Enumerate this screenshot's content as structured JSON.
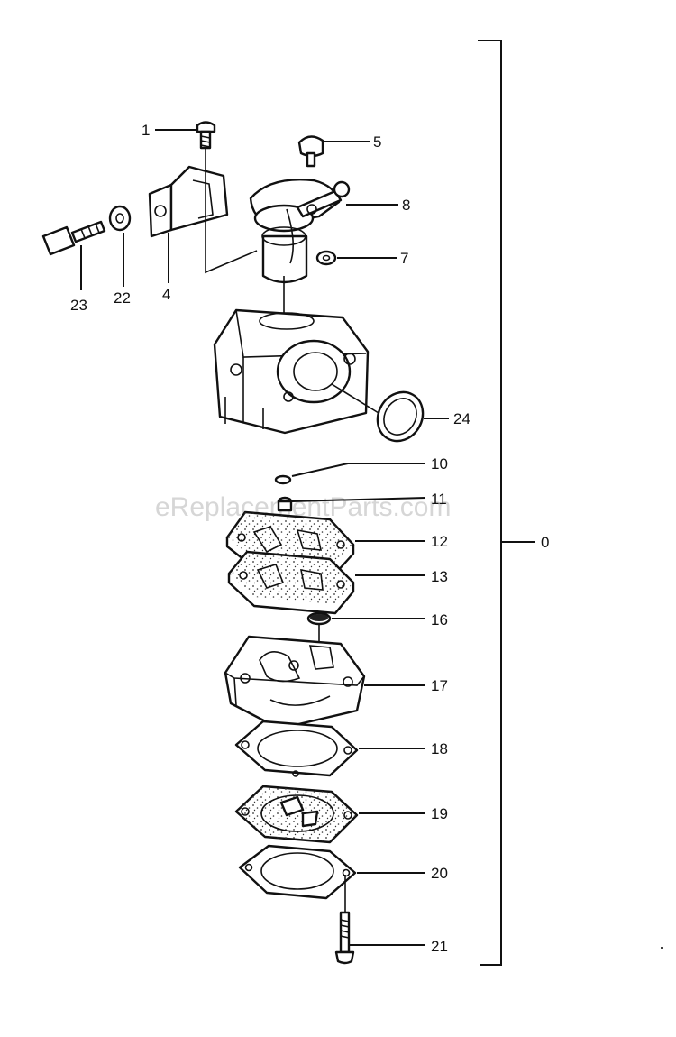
{
  "watermark": "eReplacementParts.com",
  "callouts": {
    "c0": "0",
    "c1": "1",
    "c4": "4",
    "c5": "5",
    "c7": "7",
    "c8": "8",
    "c10": "10",
    "c11": "11",
    "c12": "12",
    "c13": "13",
    "c16": "16",
    "c17": "17",
    "c18": "18",
    "c19": "19",
    "c20": "20",
    "c21": "21",
    "c22": "22",
    "c23": "23",
    "c24": "24"
  }
}
